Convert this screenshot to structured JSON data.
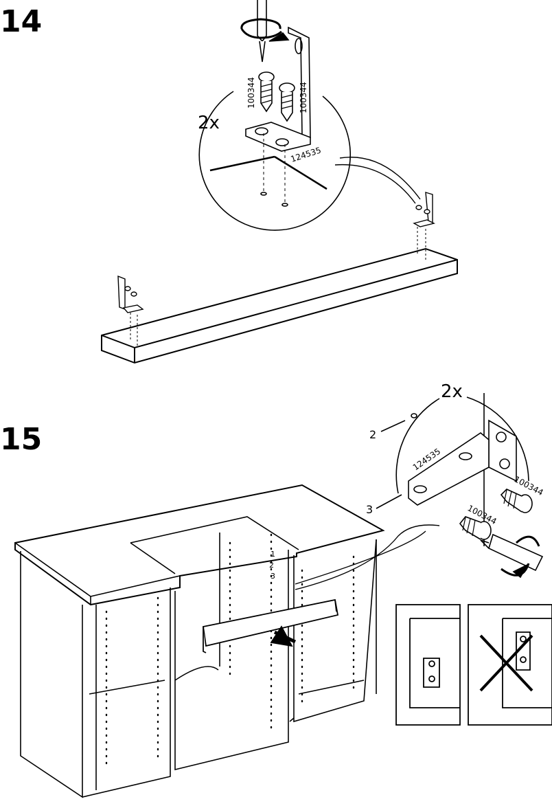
{
  "step14": {
    "number": "14",
    "quantity": "2x",
    "screw_code_left": "100344",
    "screw_code_right": "100344",
    "bracket_code": "124535"
  },
  "step15": {
    "number": "15",
    "quantity": "2x",
    "callout_labels": [
      "2",
      "3"
    ],
    "bracket_code": "124535",
    "screw_code_top": "100344",
    "screw_code_bottom": "100344",
    "hole_labels": [
      "1",
      "2",
      "3"
    ]
  }
}
